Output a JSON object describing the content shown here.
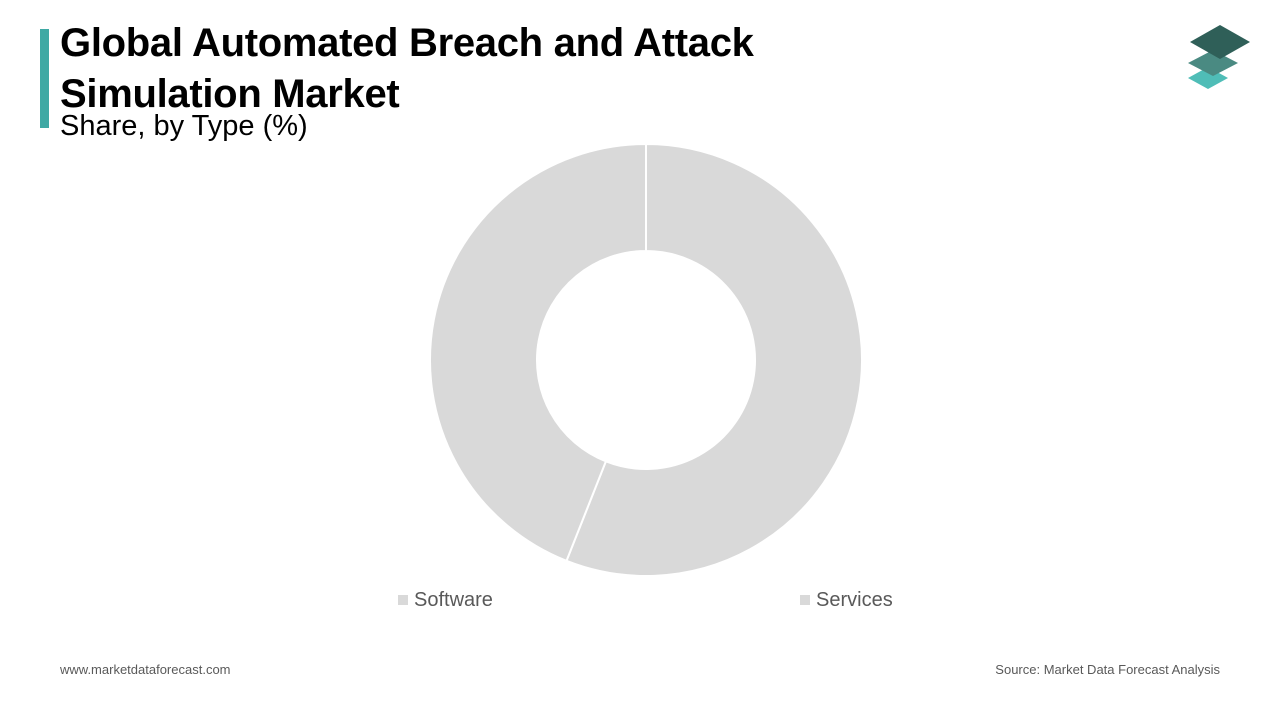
{
  "header": {
    "title": " Global Automated Breach and Attack\nSimulation Market",
    "subtitle": "Share, by Type (%)"
  },
  "colors": {
    "accent": "#3fa9a4",
    "slice": "#d9d9d9",
    "slice_border": "#ffffff",
    "logo_dark": "#2f5f58",
    "logo_mid": "#4a8a82",
    "logo_light": "#4fbdb7"
  },
  "logo": {
    "icon": "stacked-layers-icon"
  },
  "chart_data": {
    "type": "pie",
    "donut": true,
    "title": " Global Automated Breach and Attack\nSimulation Market",
    "subtitle": "Share, by Type (%)",
    "categories": [
      "Software",
      "Services"
    ],
    "values": [
      56,
      44
    ],
    "legend": [
      "Software",
      "Services"
    ],
    "legend_placement": "bottom",
    "start_angle_deg": 0,
    "direction": "clockwise"
  },
  "footer": {
    "website": "www.marketdataforecast.com",
    "source": "Source: Market Data Forecast Analysis"
  }
}
